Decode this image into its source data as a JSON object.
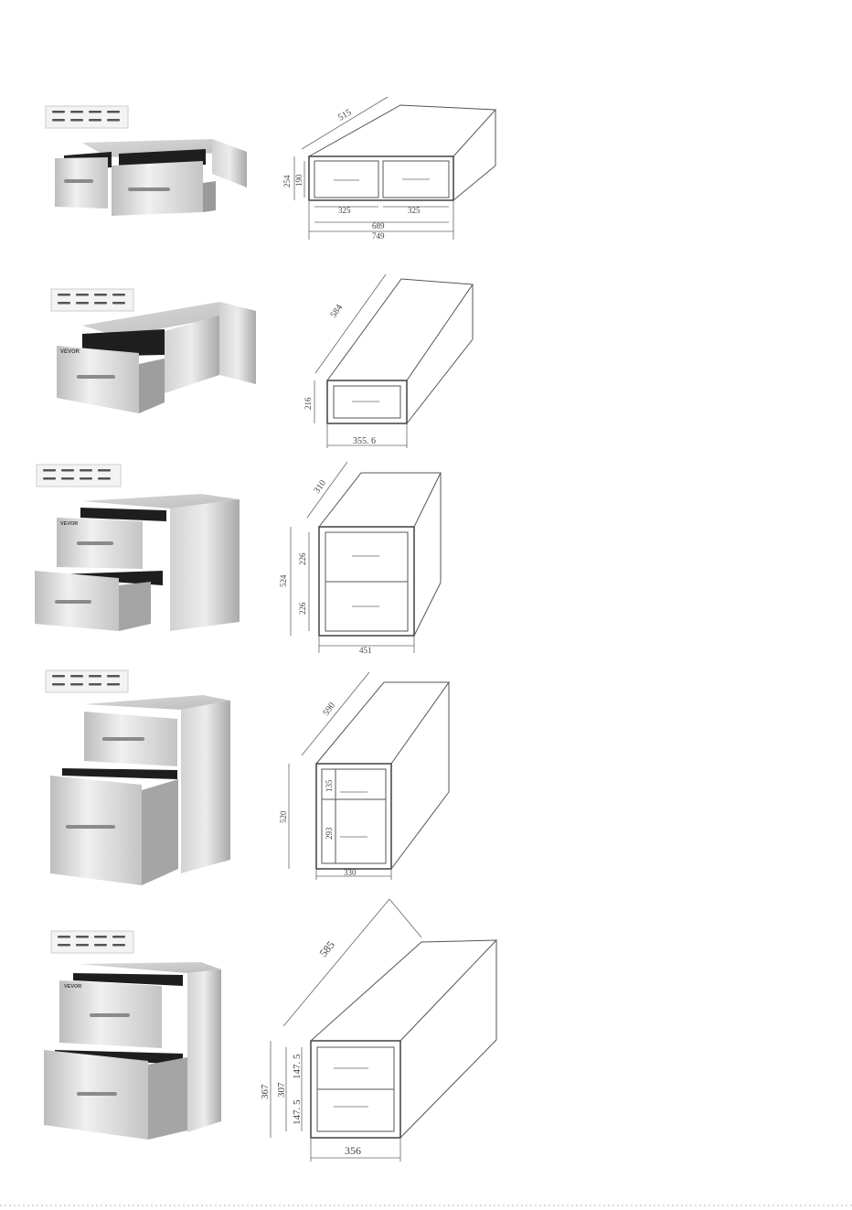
{
  "products": [
    {
      "id": "double-drawer-horizontal",
      "drawings": {
        "depth": "515",
        "outer_height": "254",
        "drawer_height": "190",
        "drawer_width_left": "325",
        "drawer_width_right": "325",
        "cutout_width": "689",
        "overall_width": "749"
      }
    },
    {
      "id": "single-drawer",
      "drawings": {
        "depth": "584",
        "height": "216",
        "width": "355. 6"
      }
    },
    {
      "id": "double-drawer-vertical",
      "drawings": {
        "depth": "310",
        "drawer_top": "226",
        "drawer_bottom": "226",
        "outer_height": "524",
        "width": "451"
      }
    },
    {
      "id": "double-drawer-unequal",
      "drawings": {
        "depth": "590",
        "drawer_top": "135",
        "drawer_bottom": "293",
        "outer_height": "520",
        "width": "330"
      }
    },
    {
      "id": "double-drawer-large",
      "drawings": {
        "depth": "585",
        "outer_height": "367",
        "inner_height": "307",
        "drawer_top": "147. 5",
        "drawer_bottom": "147. 5",
        "width": "356"
      }
    }
  ],
  "brand": "VEVOR"
}
